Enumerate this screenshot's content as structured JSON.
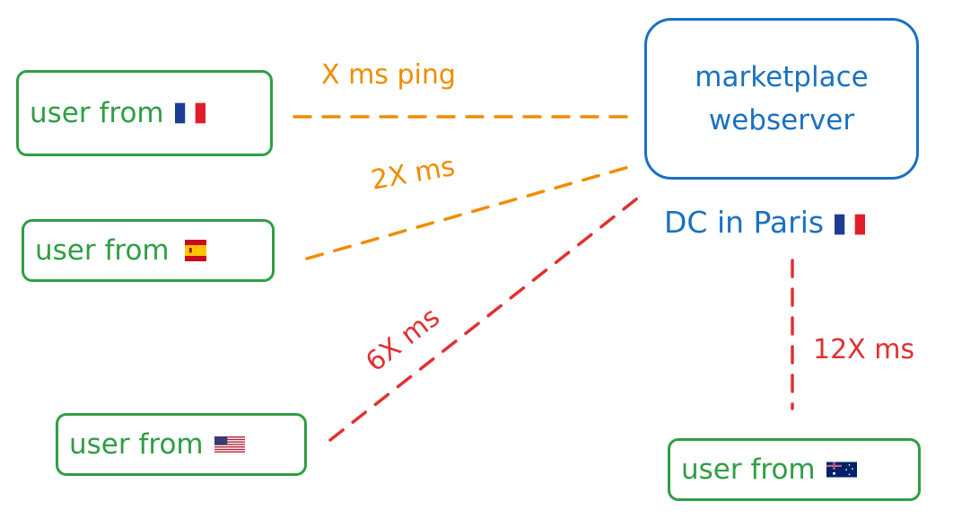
{
  "server": {
    "line1": "marketplace",
    "line2": "webserver",
    "location": "DC in Paris"
  },
  "users": [
    {
      "label": "user from",
      "flag": "france-flag-icon"
    },
    {
      "label": "user from",
      "flag": "spain-flag-icon"
    },
    {
      "label": "user from",
      "flag": "usa-flag-icon"
    },
    {
      "label": "user from",
      "flag": "australia-flag-icon"
    }
  ],
  "latencies": {
    "france": "X ms ping",
    "spain": "2X ms",
    "usa": "6X ms",
    "australia": "12X ms"
  },
  "colors": {
    "user": "#2f9e44",
    "server": "#1971c2",
    "near": "#f08c00",
    "far": "#e03131"
  }
}
